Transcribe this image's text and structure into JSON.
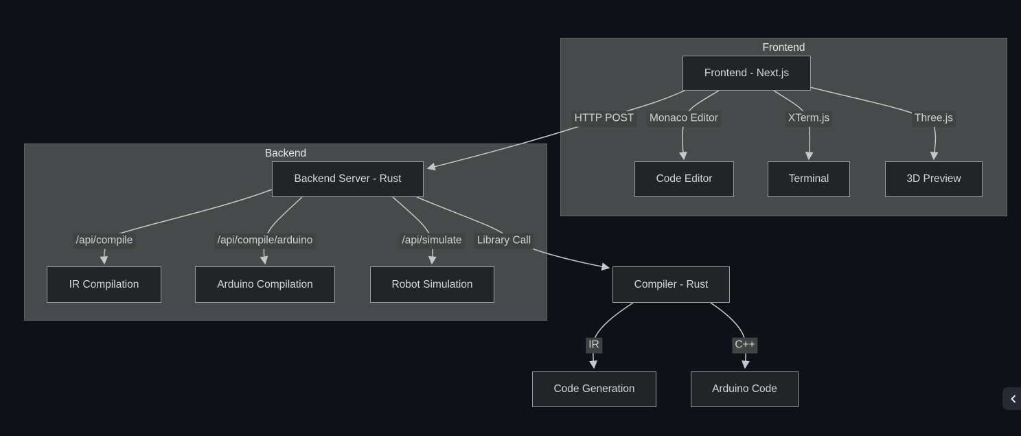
{
  "colors": {
    "background": "#0e1218",
    "cluster_fill": "#47494a",
    "cluster_border": "#626566",
    "node_fill": "#222527",
    "node_border": "#9a9d9e",
    "node_text": "#d5d7d7",
    "label_bg": "#404243",
    "label_text": "#cfd1d1",
    "title_text": "#e8eaea",
    "edge": "#c6c8c8",
    "toggle_bg": "#252a34",
    "toggle_icon": "#e8eaed"
  },
  "diagram": {
    "subgraphs": {
      "frontend": {
        "label": "Frontend"
      },
      "backend": {
        "label": "Backend"
      }
    },
    "nodes": {
      "nextjs": {
        "label": "Frontend - Next.js"
      },
      "code_editor": {
        "label": "Code Editor"
      },
      "terminal": {
        "label": "Terminal"
      },
      "preview3d": {
        "label": "3D Preview"
      },
      "backend_server": {
        "label": "Backend Server - Rust"
      },
      "ir_compilation": {
        "label": "IR Compilation"
      },
      "arduino_compilation": {
        "label": "Arduino Compilation"
      },
      "robot_simulation": {
        "label": "Robot Simulation"
      },
      "compiler": {
        "label": "Compiler - Rust"
      },
      "code_generation": {
        "label": "Code Generation"
      },
      "arduino_code": {
        "label": "Arduino Code"
      }
    },
    "labels": {
      "http_post": "HTTP POST",
      "monaco": "Monaco Editor",
      "xterm": "XTerm.js",
      "threejs": "Three.js",
      "api_compile": "/api/compile",
      "api_compile_arduino": "/api/compile/arduino",
      "api_simulate": "/api/simulate",
      "library_call": "Library Call",
      "ir": "IR",
      "cpp": "C++"
    }
  }
}
